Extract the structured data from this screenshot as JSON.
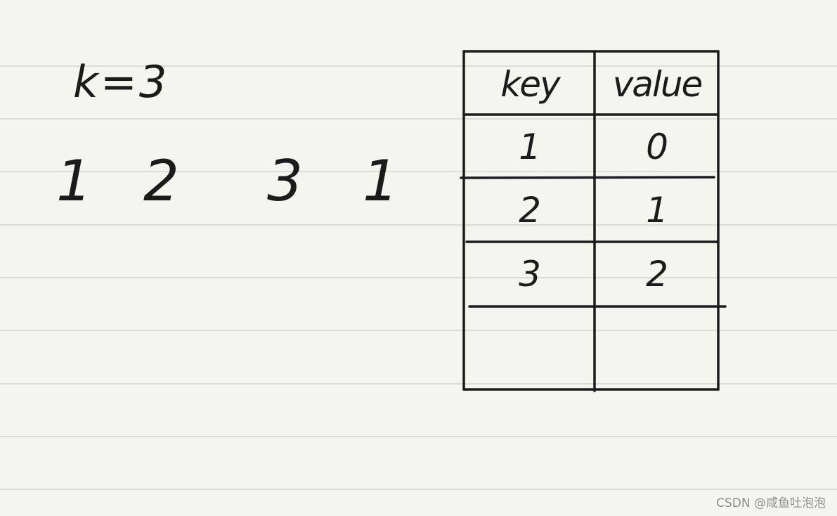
{
  "k_label": "k=3",
  "sequence": [
    "1",
    "2",
    "3",
    "1"
  ],
  "table": {
    "headers": {
      "key": "key",
      "value": "value"
    },
    "rows": [
      {
        "key": "1",
        "value": "0"
      },
      {
        "key": "2",
        "value": "1"
      },
      {
        "key": "3",
        "value": "2"
      },
      {
        "key": "",
        "value": ""
      }
    ]
  },
  "watermark": "CSDN @咸鱼吐泡泡"
}
